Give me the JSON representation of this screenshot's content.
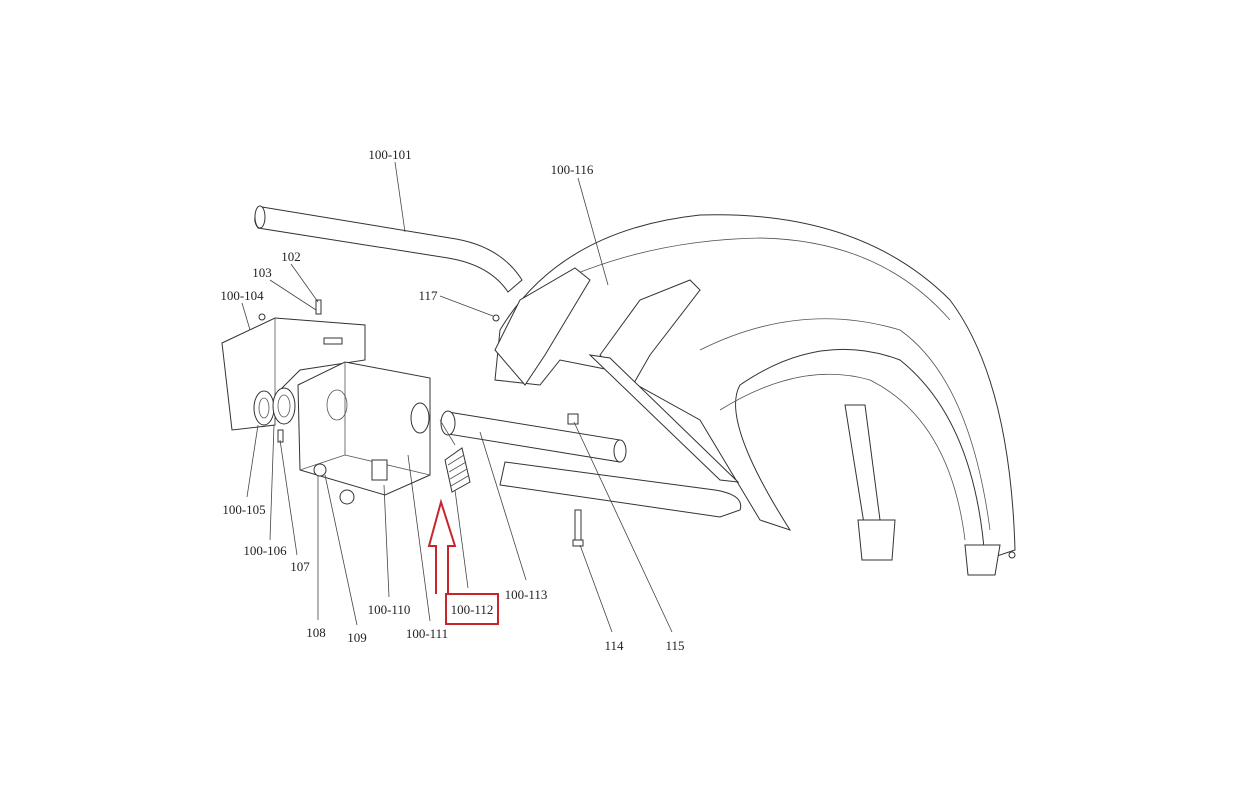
{
  "diagram": {
    "type": "exploded-parts-diagram",
    "highlight_color": "#c8252b",
    "highlighted_part": "100-112",
    "labels": {
      "p100_101": "100-101",
      "p100_116": "100-116",
      "p102": "102",
      "p103": "103",
      "p100_104": "100-104",
      "p117": "117",
      "p100_105": "100-105",
      "p100_106": "100-106",
      "p107": "107",
      "p108": "108",
      "p109": "109",
      "p100_110": "100-110",
      "p100_111": "100-111",
      "p100_112": "100-112",
      "p100_113": "100-113",
      "p114": "114",
      "p115": "115"
    }
  }
}
